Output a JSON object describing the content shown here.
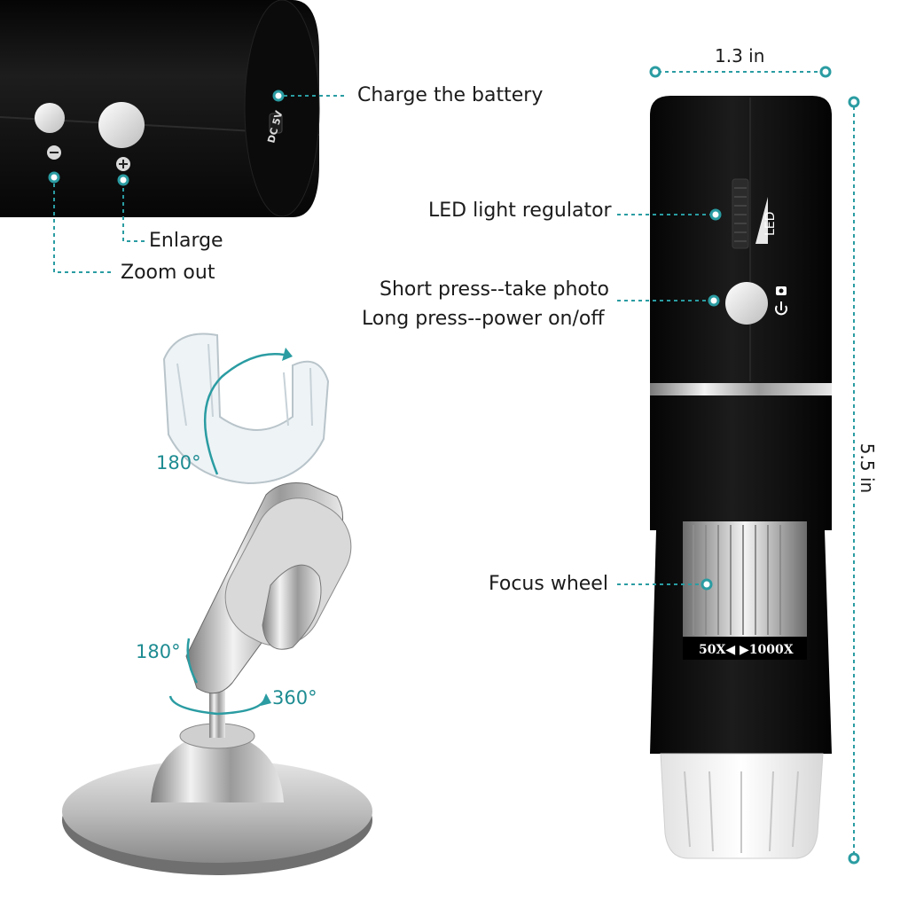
{
  "colors": {
    "accent": "#2a9ca2",
    "device_body": "#0d0d0d",
    "text": "#1b1b1b"
  },
  "callouts": {
    "charge": "Charge the battery",
    "enlarge": "Enlarge",
    "zoom_out": "Zoom out",
    "led_regulator": "LED light regulator",
    "short_press": "Short press--take photo",
    "long_press": "Long press--power on/off",
    "focus_wheel": "Focus wheel"
  },
  "device_labels": {
    "dc_port": "DC 5V",
    "led": "LED",
    "magnification": "50X◀ ▶1000X",
    "minus_symbol": "−",
    "plus_symbol": "+"
  },
  "dimensions": {
    "width": "1.3 in",
    "height": "5.5 in"
  },
  "stand": {
    "holder_rotation": "180°",
    "arm_rotation": "180°",
    "base_rotation": "360°"
  },
  "icons": [
    "camera-icon",
    "power-icon",
    "rotation-arrow-icon"
  ]
}
